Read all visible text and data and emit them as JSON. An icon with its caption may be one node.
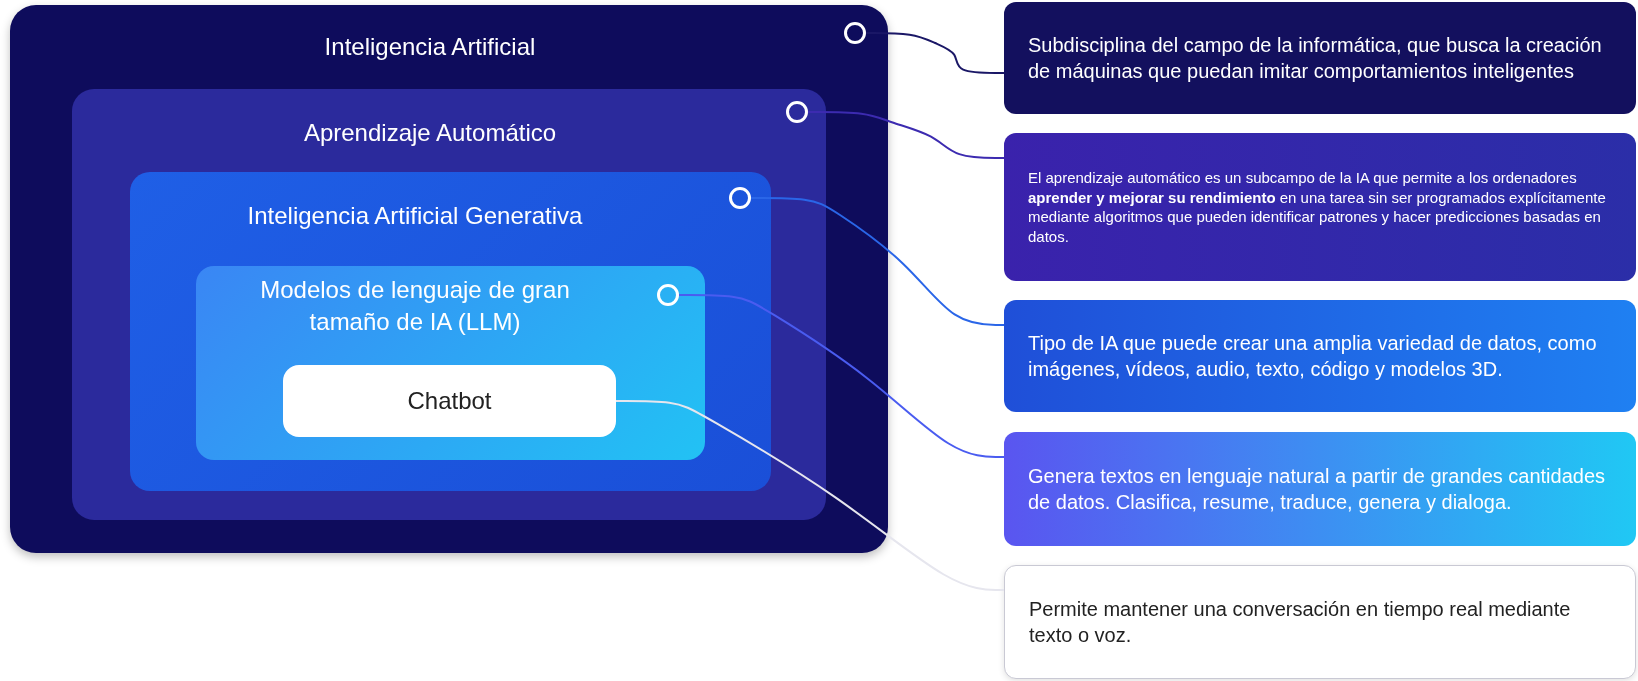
{
  "diagram": {
    "nodes": [
      {
        "text": [
          "Inteligencia Artificial"
        ]
      },
      {
        "text": [],
        "shape": "circle",
        "in": 0
      },
      {
        "text": [
          "Aprendizaje Automático"
        ],
        "in": 0
      },
      {
        "text": [],
        "shape": "circle",
        "in": 2
      },
      {
        "text": [
          "Inteligencia Artificial Generativa"
        ],
        "in": 2
      },
      {
        "text": [],
        "shape": "circle",
        "in": 4
      },
      {
        "text": [
          "Modelos de lenguaje de gran tamaño de IA (LLM)"
        ],
        "in": 4
      },
      {
        "text": [],
        "shape": "circle",
        "in": 6
      },
      {
        "text": [
          "Chatbot"
        ],
        "in": 6
      },
      {
        "text": [
          "Subdisciplina del campo de la informática, que busca la creación de máquinas que puedan imitar comportamientos inteligentes"
        ]
      },
      {
        "text": [
          "El aprendizaje automático es un subcampo de la IA que permite a los ordenadores **aprender y mejorar su rendimiento** en una tarea sin ser programados explícitamente mediante algoritmos que pueden identificar patrones y hacer predicciones basadas en datos."
        ]
      },
      {
        "text": [
          "Tipo de IA que puede crear una amplia variedad de datos, como imágenes, vídeos, audio, texto, código y modelos 3D."
        ]
      },
      {
        "text": [
          "Genera textos en lenguaje natural a partir de grandes cantidades de datos. Clasifica, resume, traduce, genera y dialoga."
        ]
      },
      {
        "text": [
          "Permite mantener una conversación en tiempo real mediante texto o voz."
        ]
      }
    ],
    "edges": [
      {
        "from": 1,
        "to": 9,
        "arrow": "none",
        "color": "#1a1766"
      },
      {
        "from": 3,
        "to": 10,
        "arrow": "none",
        "color": "#3c2bb0"
      },
      {
        "from": 5,
        "to": 11,
        "arrow": "none",
        "color": "#2a66e8"
      },
      {
        "from": 7,
        "to": 12,
        "arrow": "none",
        "color": "#4a5cf0"
      },
      {
        "from": 8,
        "to": 13,
        "arrow": "none",
        "color": "#e6e6ee"
      }
    ]
  }
}
